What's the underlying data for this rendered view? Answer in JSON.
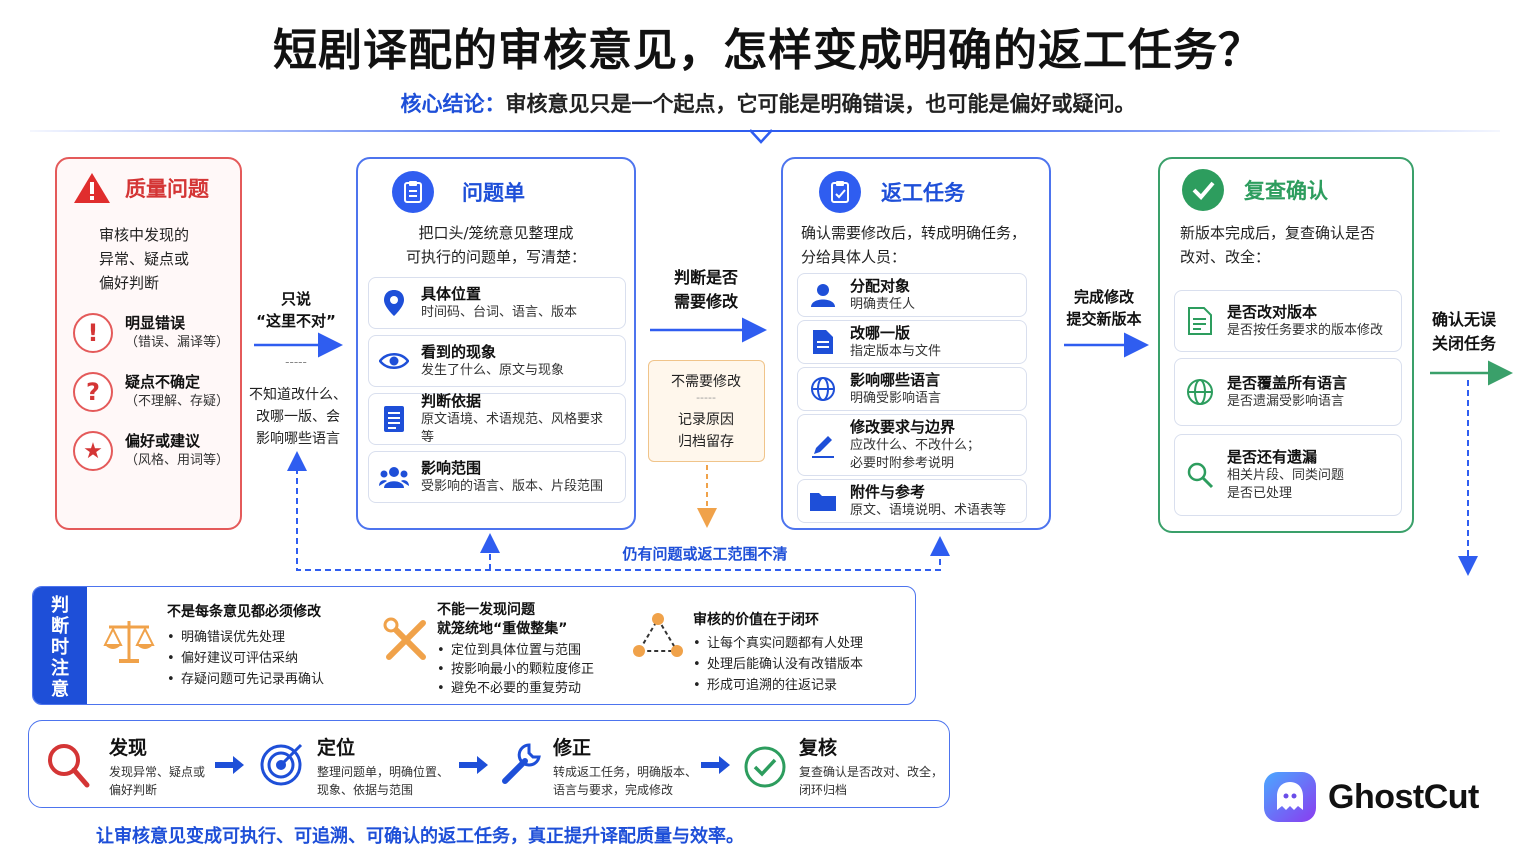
{
  "title": "短剧译配的审核意见，怎样变成明确的返工任务？",
  "subtitle": {
    "key": "核心结论：",
    "text": "审核意见只是一个起点，它可能是明确错误，也可能是偏好或疑问。"
  },
  "quality": {
    "title": "质量问题",
    "desc": [
      "审核中发现的",
      "异常、疑点或",
      "偏好判断"
    ],
    "items": [
      {
        "symbol": "!",
        "title": "明显错误",
        "sub": "（错误、漏译等）"
      },
      {
        "symbol": "?",
        "title": "疑点不确定",
        "sub": "（不理解、存疑）"
      },
      {
        "symbol": "★",
        "title": "偏好或建议",
        "sub": "（风格、用词等）"
      }
    ]
  },
  "arrow1": {
    "top": [
      "只说",
      "“这里不对”"
    ],
    "divider": "-----",
    "bottom": [
      "不知道改什么、",
      "改哪一版、会",
      "影响哪些语言"
    ]
  },
  "ticket": {
    "title": "问题单",
    "desc": [
      "把口头/笼统意见整理成",
      "可执行的问题单，写清楚："
    ],
    "rows": [
      {
        "icon": "location-icon",
        "title": "具体位置",
        "sub": "时间码、台词、语言、版本"
      },
      {
        "icon": "eye-icon",
        "title": "看到的现象",
        "sub": "发生了什么、原文与现象"
      },
      {
        "icon": "document-icon",
        "title": "判断依据",
        "sub": "原文语境、术语规范、风格要求等"
      },
      {
        "icon": "users-icon",
        "title": "影响范围",
        "sub": "受影响的语言、版本、片段范围"
      }
    ]
  },
  "arrow2": {
    "label": [
      "判断是否",
      "需要修改"
    ]
  },
  "nochange": {
    "title": "不需要修改",
    "divider": "-----",
    "lines": [
      "记录原因",
      "归档留存"
    ]
  },
  "task": {
    "title": "返工任务",
    "desc": [
      "确认需要修改后，转成明确任务，",
      "分给具体人员："
    ],
    "rows": [
      {
        "icon": "person-icon",
        "title": "分配对象",
        "sub": "明确责任人"
      },
      {
        "icon": "file-icon",
        "title": "改哪一版",
        "sub": "指定版本与文件"
      },
      {
        "icon": "globe-icon",
        "title": "影响哪些语言",
        "sub": "明确受影响语言"
      },
      {
        "icon": "pen-icon",
        "title": "修改要求与边界",
        "sub": "应改什么、不改什么；",
        "sub2": "必要时附参考说明"
      },
      {
        "icon": "folder-icon",
        "title": "附件与参考",
        "sub": "原文、语境说明、术语表等"
      }
    ]
  },
  "arrow3": {
    "label": [
      "完成修改",
      "提交新版本"
    ]
  },
  "review": {
    "title": "复查确认",
    "desc": [
      "新版本完成后，复查确认是否",
      "改对、改全："
    ],
    "rows": [
      {
        "icon": "doc-check-icon",
        "title": "是否改对版本",
        "sub": "是否按任务要求的版本修改"
      },
      {
        "icon": "globe-icon",
        "title": "是否覆盖所有语言",
        "sub": "是否遗漏受影响语言"
      },
      {
        "icon": "search-icon",
        "title": "是否还有遗漏",
        "sub": "相关片段、同类问题",
        "sub2": "是否已处理"
      }
    ]
  },
  "arrow4": {
    "label": [
      "确认无误",
      "关闭任务"
    ]
  },
  "loop_label": "仍有问题或返工范围不清",
  "notes": {
    "side": [
      "判",
      "断",
      "时",
      "注",
      "意"
    ],
    "cols": [
      {
        "icon": "scale-icon",
        "title": [
          "不是每条意见都必须修改"
        ],
        "bullets": [
          "明确错误优先处理",
          "偏好建议可评估采纳",
          "存疑问题可先记录再确认"
        ]
      },
      {
        "icon": "tools-icon",
        "title": [
          "不能一发现问题",
          "就笼统地“重做整集”"
        ],
        "bullets": [
          "定位到具体位置与范围",
          "按影响最小的颗粒度修正",
          "避免不必要的重复劳动"
        ]
      },
      {
        "icon": "loop-icon",
        "title": [
          "审核的价值在于闭环"
        ],
        "bullets": [
          "让每个真实问题都有人处理",
          "处理后能确认没有改错版本",
          "形成可追溯的往返记录"
        ]
      }
    ]
  },
  "phases": [
    {
      "icon": "magnifier-icon",
      "title": "发现",
      "lines": [
        "发现异常、疑点或",
        "偏好判断"
      ]
    },
    {
      "icon": "target-icon",
      "title": "定位",
      "lines": [
        "整理问题单，明确位置、",
        "现象、依据与范围"
      ]
    },
    {
      "icon": "wrench-icon",
      "title": "修正",
      "lines": [
        "转成返工任务，明确版本、",
        "语言与要求，完成修改"
      ]
    },
    {
      "icon": "check-circle-icon",
      "title": "复核",
      "lines": [
        "复查确认是否改对、改全，",
        "闭环归档"
      ]
    }
  ],
  "footer": "让审核意见变成可执行、可追溯、可确认的返工任务，真正提升译配质量与效率。",
  "brand": "GhostCut",
  "colors": {
    "red": "#e45a5a",
    "blue": "#2f5df0",
    "green": "#3aa06a",
    "orange": "#f0a24a"
  }
}
